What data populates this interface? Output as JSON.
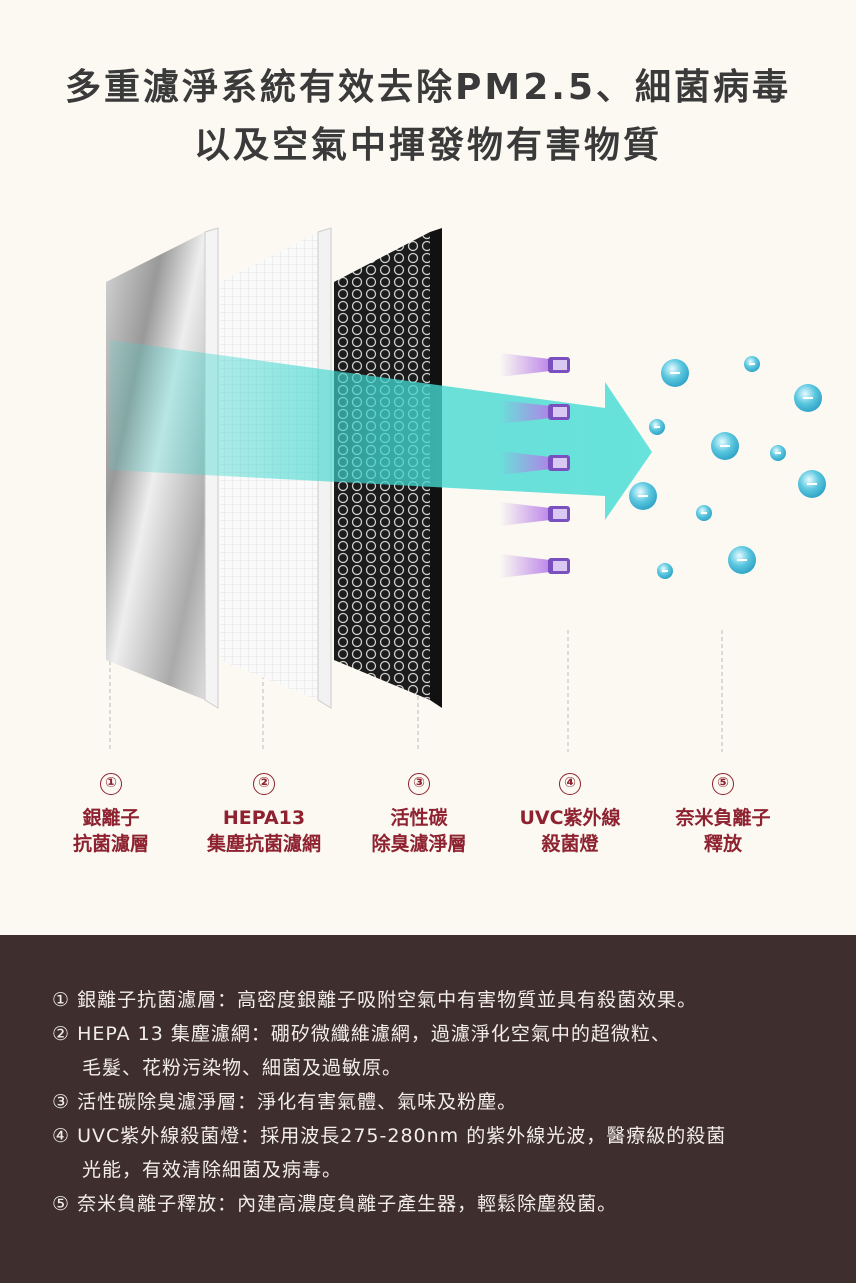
{
  "title": {
    "line1": "多重濾淨系統有效去除PM2.5、細菌病毒",
    "line2": "以及空氣中揮發物有害物質"
  },
  "layers": [
    {
      "num": "①",
      "line1": "銀離子",
      "line2": "抗菌濾層"
    },
    {
      "num": "②",
      "line1": "HEPA13",
      "line2": "集塵抗菌濾網"
    },
    {
      "num": "③",
      "line1": "活性碳",
      "line2": "除臭濾淨層"
    },
    {
      "num": "④",
      "line1": "UVC紫外線",
      "line2": "殺菌燈"
    },
    {
      "num": "⑤",
      "line1": "奈米負離子",
      "line2": "釋放"
    }
  ],
  "descriptions": [
    "① 銀離子抗菌濾層：高密度銀離子吸附空氣中有害物質並具有殺菌效果。",
    "② HEPA 13 集塵濾網：硼矽微纖維濾網，過濾淨化空氣中的超微粒、",
    "毛髮、花粉污染物、細菌及過敏原。",
    "③ 活性碳除臭濾淨層：淨化有害氣體、氣味及粉塵。",
    "④ UVC紫外線殺菌燈：採用波長275-280nm 的紫外線光波，醫療級的殺菌",
    "光能，有效清除細菌及病毒。",
    "⑤ 奈米負離子釋放：內建高濃度負離子產生器，輕鬆除塵殺菌。"
  ],
  "colors": {
    "accent": "#8e2230",
    "bottom_bg": "#3e2e2e",
    "arrow": "#3fd6cf",
    "uv": "#9b5bd6",
    "ion": "#3cb8d6"
  }
}
